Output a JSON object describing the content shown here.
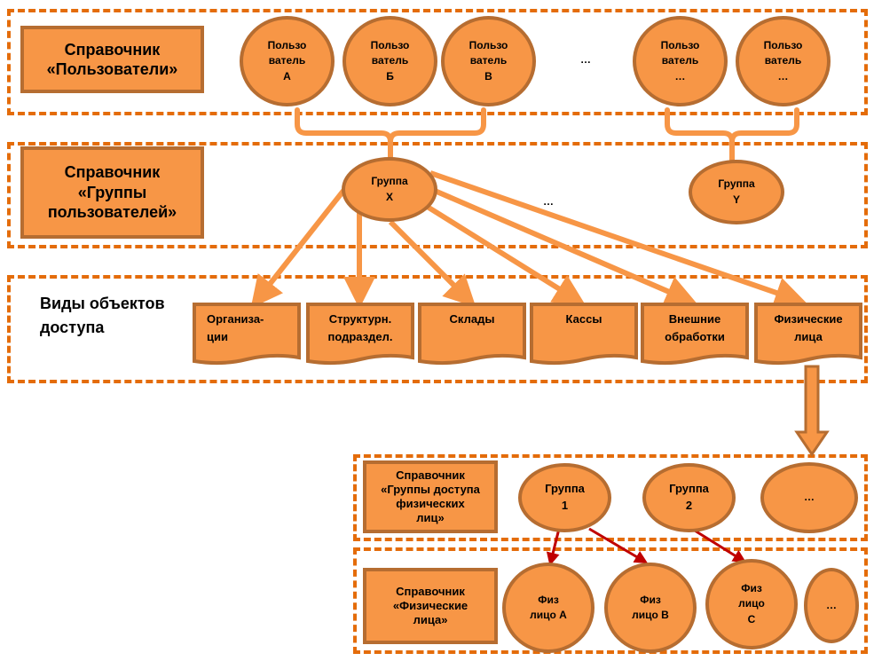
{
  "colors": {
    "panel_border": "#e46c0a",
    "shape_fill": "#f79646",
    "shape_border": "#b66d31",
    "connector": "#f79646",
    "red_arrow": "#c00000"
  },
  "users_panel": {
    "title": "Справочник\n«Пользователи»",
    "users": [
      "Пользо\nватель\nА",
      "Пользо\nватель\nБ",
      "Пользо\nватель\nВ",
      "Пользо\nватель\n…",
      "Пользо\nватель\n…"
    ],
    "ellipsis": "…"
  },
  "groups_panel": {
    "title": "Справочник\n«Группы\nпользователей»",
    "groups": [
      "Группа\nX",
      "Группа\nY"
    ],
    "ellipsis": "…"
  },
  "objects_panel": {
    "title": "Виды объектов\nдоступа",
    "objects": [
      "Организа-\nции",
      "Структурн.\nподраздел.",
      "Склады",
      "Кассы",
      "Внешние\nобработки",
      "Физические\nлица"
    ]
  },
  "access_groups_panel": {
    "title": "Справочник\n«Группы доступа\nфизических\nлиц»",
    "groups": [
      "Группа\n1",
      "Группа\n2",
      "…"
    ]
  },
  "persons_panel": {
    "title": "Справочник\n«Физические\nлица»",
    "persons": [
      "Физ\nлицо А",
      "Физ\nлицо В",
      "Физ\nлицо\nС",
      "…"
    ]
  }
}
